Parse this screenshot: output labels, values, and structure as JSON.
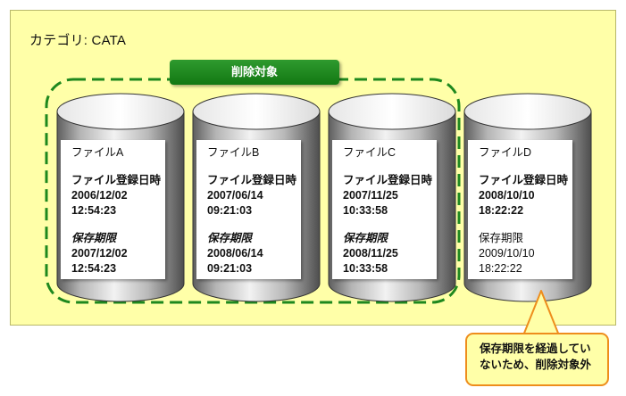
{
  "category": {
    "label": "カテゴリ: CATA"
  },
  "deletion_group": {
    "label": "削除対象"
  },
  "files": [
    {
      "name": "ファイルA",
      "registered_label": "ファイル登録日時",
      "registered_date": "2006/12/02",
      "registered_time": "12:54:23",
      "expiry_label": "保存期限",
      "expiry_date": "2007/12/02",
      "expiry_time": "12:54:23",
      "deletion_target": true
    },
    {
      "name": "ファイルB",
      "registered_label": "ファイル登録日時",
      "registered_date": "2007/06/14",
      "registered_time": "09:21:03",
      "expiry_label": "保存期限",
      "expiry_date": "2008/06/14",
      "expiry_time": "09:21:03",
      "deletion_target": true
    },
    {
      "name": "ファイルC",
      "registered_label": "ファイル登録日時",
      "registered_date": "2007/11/25",
      "registered_time": "10:33:58",
      "expiry_label": "保存期限",
      "expiry_date": "2008/11/25",
      "expiry_time": "10:33:58",
      "deletion_target": true
    },
    {
      "name": "ファイルD",
      "registered_label": "ファイル登録日時",
      "registered_date": "2008/10/10",
      "registered_time": "18:22:22",
      "expiry_label": "保存期限",
      "expiry_date": "2009/10/10",
      "expiry_time": "18:22:22",
      "deletion_target": false
    }
  ],
  "callout": {
    "line1": "保存期限を経過してい",
    "line2": "ないため、削除対象外"
  },
  "colors": {
    "category_fill": "#ffffa8",
    "group_green": "#1e881e",
    "callout_border": "#ee8d1c"
  }
}
